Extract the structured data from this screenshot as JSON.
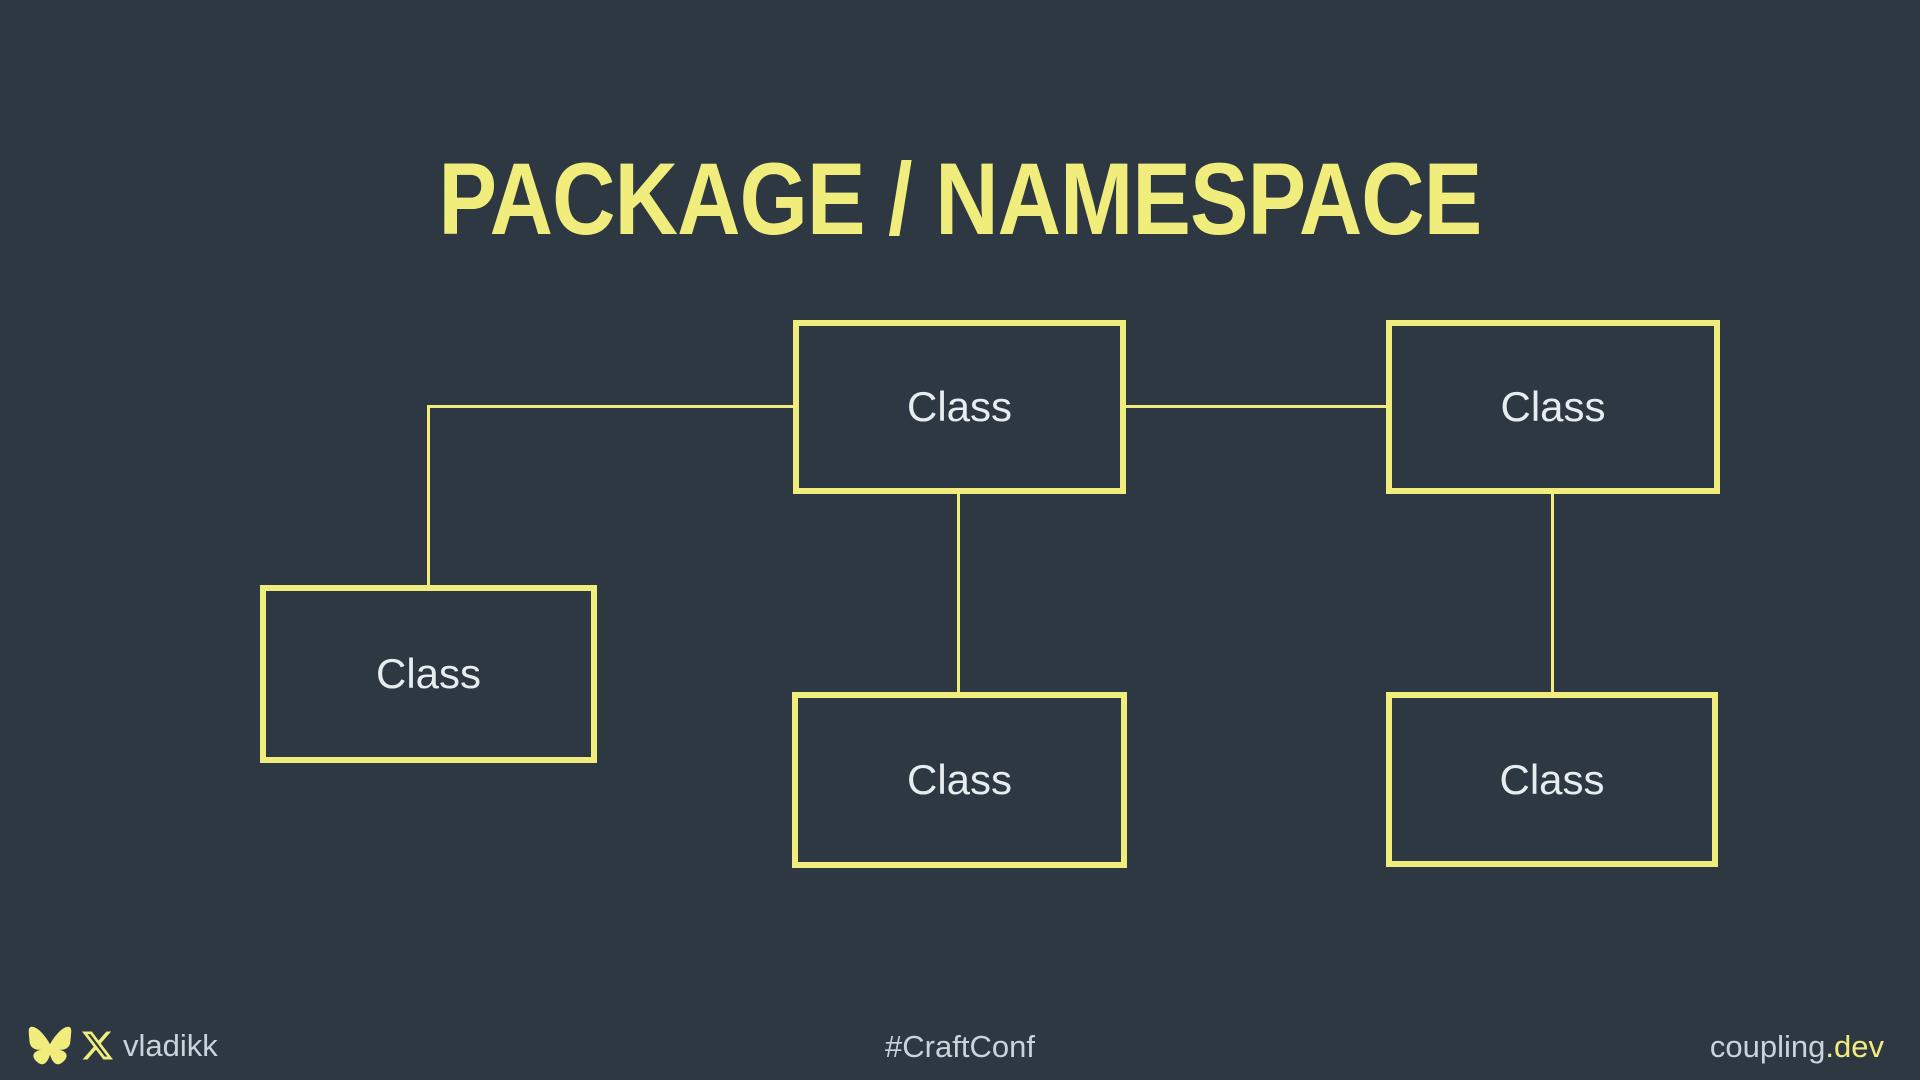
{
  "slide": {
    "title": "PACKAGE / NAMESPACE",
    "colors": {
      "background": "#2d3843",
      "accent_yellow": "#f1ed7d",
      "node_text": "#e7ecef",
      "footer_text": "#cbd3da"
    },
    "footer": {
      "icons": [
        "bluesky-butterfly-icon",
        "x-twitter-icon"
      ],
      "handle": "vladikk",
      "hashtag": "#CraftConf",
      "site_name": "coupling",
      "site_tld": ".dev"
    }
  },
  "diagram": {
    "type": "package-namespace-class-diagram",
    "nodes": [
      {
        "id": "top-center",
        "label": "Class"
      },
      {
        "id": "top-right",
        "label": "Class"
      },
      {
        "id": "left",
        "label": "Class"
      },
      {
        "id": "bottom-center",
        "label": "Class"
      },
      {
        "id": "bottom-right",
        "label": "Class"
      }
    ],
    "edges": [
      {
        "from": "top-center",
        "to": "left",
        "shape": "elbow"
      },
      {
        "from": "top-center",
        "to": "top-right",
        "shape": "straight-horizontal"
      },
      {
        "from": "top-center",
        "to": "bottom-center",
        "shape": "straight-vertical"
      },
      {
        "from": "top-right",
        "to": "bottom-right",
        "shape": "straight-vertical"
      }
    ]
  }
}
